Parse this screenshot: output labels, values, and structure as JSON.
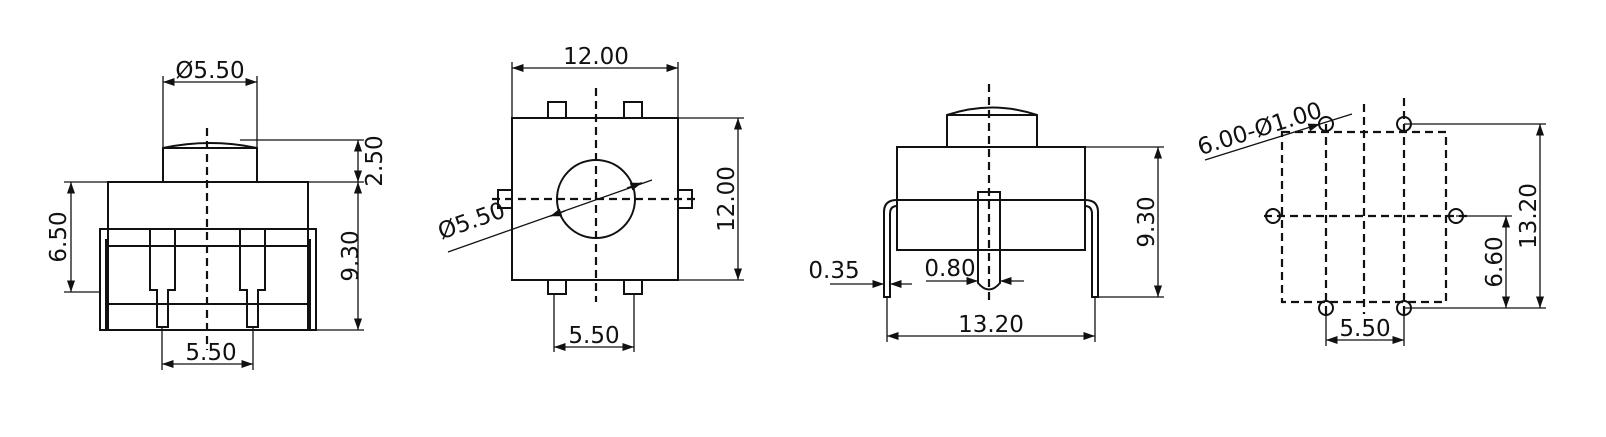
{
  "views": {
    "front": {
      "dim_button_dia": "Ø5.50",
      "dim_button_height": "2.50",
      "dim_body_height": "6.50",
      "dim_total_height": "9.30",
      "dim_pin_pitch": "5.50"
    },
    "top": {
      "dim_width": "12.00",
      "dim_depth": "12.00",
      "dim_button_dia": "Ø5.50",
      "dim_pin_pitch": "5.50"
    },
    "side": {
      "dim_height": "9.30",
      "dim_lead_thickness": "0.35",
      "dim_pin_width": "0.80",
      "dim_lead_span": "13.20"
    },
    "footprint": {
      "dim_holes": "6.00-Ø1.00",
      "dim_row_spacing": "13.20",
      "dim_side_spacing": "6.60",
      "dim_col_spacing": "5.50"
    }
  }
}
